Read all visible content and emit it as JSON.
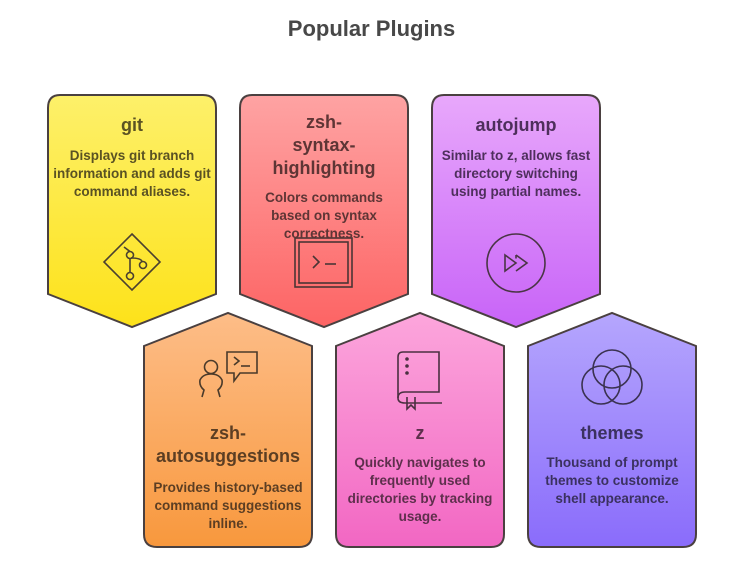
{
  "title": "Popular Plugins",
  "plugins": [
    {
      "name": "git",
      "description": "Displays git branch information and adds git command aliases.",
      "icon": "git-branch-icon",
      "color_top": "#fdf06a",
      "color_bottom": "#fde21a",
      "text_color": "#5a5223"
    },
    {
      "name": "zsh-syntax-highlighting",
      "description": "Colors commands based on syntax correctness.",
      "icon": "terminal-icon",
      "color_top": "#fea3a3",
      "color_bottom": "#fd6464",
      "text_color": "#5e3535"
    },
    {
      "name": "autojump",
      "description": "Similar to z, allows fast directory switching using partial names.",
      "icon": "fast-forward-icon",
      "color_top": "#e8a8fb",
      "color_bottom": "#c864f8",
      "text_color": "#4e2f5c"
    },
    {
      "name": "zsh-autosuggestions",
      "description": "Provides history-based command suggestions inline.",
      "icon": "user-terminal-chat-icon",
      "color_top": "#fdbd88",
      "color_bottom": "#f8983d",
      "text_color": "#5c3e23"
    },
    {
      "name": "z",
      "description": "Quickly navigates to frequently used directories by tracking usage.",
      "icon": "bookmark-book-icon",
      "color_top": "#fca6dc",
      "color_bottom": "#f267c3",
      "text_color": "#5e2f4c"
    },
    {
      "name": "themes",
      "description": "Thousand of prompt themes to customize shell appearance.",
      "icon": "venn-circles-icon",
      "color_top": "#b5a6fd",
      "color_bottom": "#8a6cfb",
      "text_color": "#3b3160"
    }
  ]
}
